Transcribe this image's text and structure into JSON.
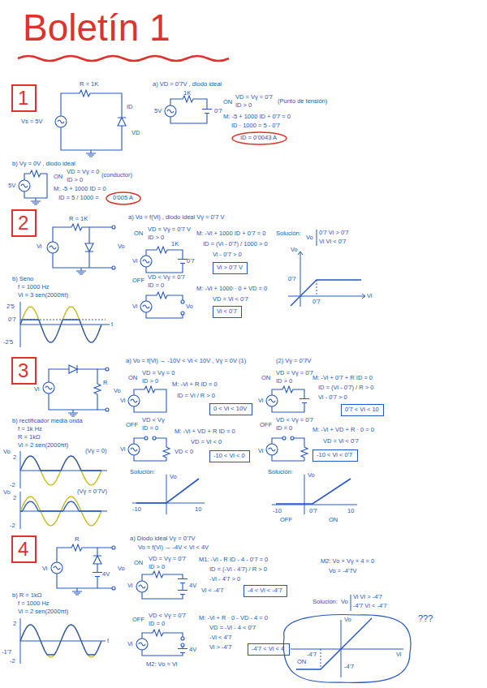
{
  "diagram": {
    "title": "Boletín 1",
    "nodes": [
      {
        "text": [
          "1"
        ]
      },
      {
        "text": [
          "ID = 0'0043 A"
        ]
      },
      {
        "text": [
          "0'005 A"
        ]
      },
      {
        "text": [
          "2"
        ]
      },
      {
        "text": [
          "Vi > 0'7 V"
        ]
      },
      {
        "text": [
          "Vi < 0'7"
        ]
      },
      {
        "text": [
          "3"
        ]
      },
      {
        "text": [
          "0 < Vi < 10V"
        ]
      },
      {
        "text": [
          "0'7 < Vi < 10"
        ]
      },
      {
        "text": [
          "-10 < Vi < 0"
        ]
      },
      {
        "text": [
          "-10 < Vi < 0'7"
        ]
      },
      {
        "text": [
          "4"
        ]
      },
      {
        "text": [
          "-4 < Vi < -4'7"
        ]
      },
      {
        "text": [
          "-4'7 < Vi < 4"
        ]
      }
    ],
    "labels": [
      "R = 1K",
      "Vs = 5V",
      "ID",
      "VD",
      "a) VD = 0'7V , diodo ideal",
      "1K",
      "5V",
      "0'7",
      "ON",
      "VD = Vγ = 0'7",
      "ID > 0",
      "(Punto de tensión)",
      "M: -5 + 1000 ID + 0'7 = 0",
      "ID · 1000 = 5 - 0'7",
      "b) Vγ = 0V , diodo ideal",
      "5V",
      "ON",
      "VD = Vγ = 0",
      "ID > 0",
      "(conductor)",
      "M: -5 + 1000 ID = 0",
      "ID = 5 / 1000 =",
      "R = 1K",
      "Vi",
      "Vo",
      "a) Vo = f(Vi) , diodo ideal Vγ = 0'7 V",
      "ON",
      "VD = Vγ = 0'7 V",
      "ID > 0",
      "1K",
      "Vi",
      "0'7",
      "M: -Vi + 1000 ID + 0'7 = 0",
      "ID = (Vi - 0'7) / 1000 > 0",
      "Vi - 0'7 > 0",
      "Solución:",
      "Vo",
      "0'7   Vi > 0'7",
      "Vi   Vi < 0'7",
      "Vo",
      "0'7",
      "0'7",
      "Vi",
      "OFF",
      "VD < Vγ = 0'7",
      "ID = 0",
      "Vi",
      "Vo",
      "M: -Vi + 1000 · 0 + VD = 0",
      "VD = Vi < 0'7",
      "b) Seno",
      "f = 1000 Hz",
      "Vi = 3 sen(2000πt)",
      "2'5",
      "0'7",
      "-2'5",
      "t",
      "R",
      "Vi",
      "Vo",
      "a) Vo = f(Vi) → -10V < Vi < 10V , Vγ = 0V (1)",
      "ON",
      "VD = Vγ = 0",
      "ID > 0",
      "Vi",
      "M: -Vi + R ID = 0",
      "ID = Vi / R > 0",
      "OFF",
      "VD < Vγ",
      "ID = 0",
      "Vi",
      "M: -Vi + VD + R ID = 0",
      "VD = Vi < 0",
      "VD < 0",
      "Solución:",
      "Vo",
      "-10",
      "10",
      "(2) Vγ = 0'7V",
      "ON",
      "VD = Vγ = 0'7",
      "ID > 0",
      "Vi",
      "M: -Vi + 0'7 + R ID = 0",
      "ID = (Vi - 0'7) / R > 0",
      "Vi - 0'7 > 0",
      "OFF",
      "VD < Vγ = 0'7",
      "ID = 0",
      "Vi",
      "M: -Vi + VD + R · 0 = 0",
      "VD = Vi < 0'7",
      "Solución:",
      "Vo",
      "-10",
      "OFF",
      "0'7",
      "ON",
      "10",
      "b) rectificador media onda",
      "f = 1k Hz",
      "R = 1kΩ",
      "Vi = 2 sen(2000πt)",
      "Vo",
      "(Vγ = 0)",
      "2",
      "-2",
      "Vo",
      "(Vγ = 0'7V)",
      "2",
      "-2",
      "R",
      "4V",
      "Vi",
      "Vo",
      "a) Diodo ideal Vγ = 0'7V",
      "Vo = f(Vi) → -4V < Vi < 4V",
      "ON",
      "VD = Vγ = 0'7",
      "ID > 0",
      "Vi",
      "4V",
      "M1: -Vi - R ID - 4 - 0'7 = 0",
      "ID = (-Vi - 4'7) / R > 0",
      "-Vi - 4'7 > 0",
      "Vi < -4'7",
      "M2: Vo + Vγ + 4 = 0",
      "Vo = -4'7V",
      "Solución:",
      "Vo",
      "Vi   Vi > -4'7",
      "-4'7   Vi < -4'7",
      "Vo",
      "-4'7",
      "-4'7",
      "ON",
      "Vi",
      "???",
      "OFF",
      "VD < Vγ = 0'7",
      "ID = 0",
      "Vi",
      "4V",
      "M: -Vi + R · 0 - VD - 4 = 0",
      "VD = -Vi - 4 < 0'7",
      "-Vi < 4'7",
      "Vi > -4'7",
      "M2: Vo = Vi",
      "b) R = 1kΩ",
      "f = 1000 Hz",
      "Vi = 2 sen(2000πt)",
      "2",
      "-1'7",
      "-2",
      "t"
    ]
  }
}
